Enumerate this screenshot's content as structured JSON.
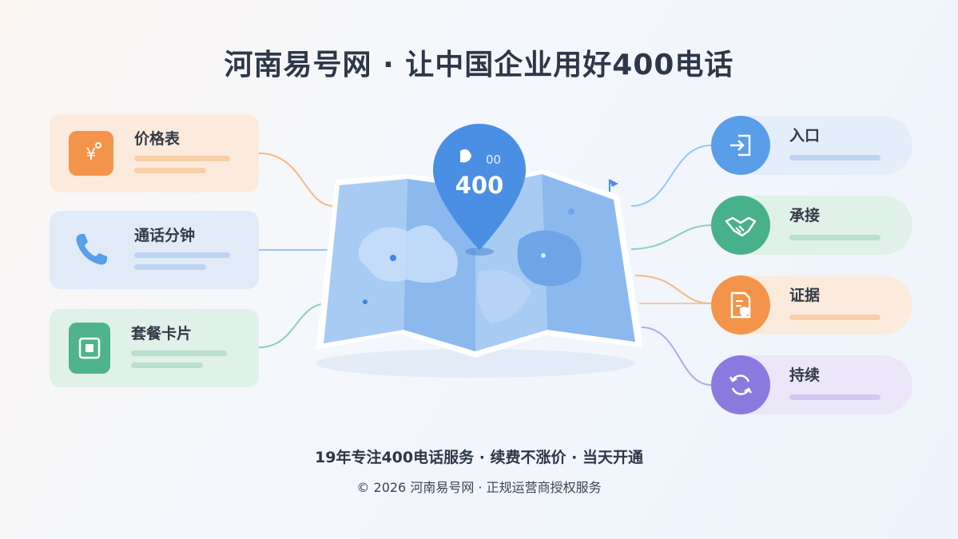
{
  "title": "河南易号网 · 让中国企业用好400电话",
  "left_items": [
    {
      "label": "价格表",
      "icon": "price-tag-icon",
      "color": "#f4944a"
    },
    {
      "label": "通话分钟",
      "icon": "phone-icon",
      "color": "#5a9de8"
    },
    {
      "label": "套餐卡片",
      "icon": "sim-card-icon",
      "color": "#4fb38d"
    }
  ],
  "right_items": [
    {
      "label": "入口",
      "icon": "login-icon",
      "color": "#5a9de8"
    },
    {
      "label": "承接",
      "icon": "handshake-icon",
      "color": "#48b08b"
    },
    {
      "label": "证据",
      "icon": "document-shield-icon",
      "color": "#f4944a"
    },
    {
      "label": "持续",
      "icon": "refresh-cycle-icon",
      "color": "#8a79de"
    }
  ],
  "pin": {
    "label": "400",
    "small_label": "00",
    "icon": "map-pin-icon"
  },
  "footer": {
    "tagline": "19年专注400电话服务 · 续费不涨价 · 当天开通",
    "copyright": "© 2026 河南易号网 · 正规运营商授权服务"
  }
}
